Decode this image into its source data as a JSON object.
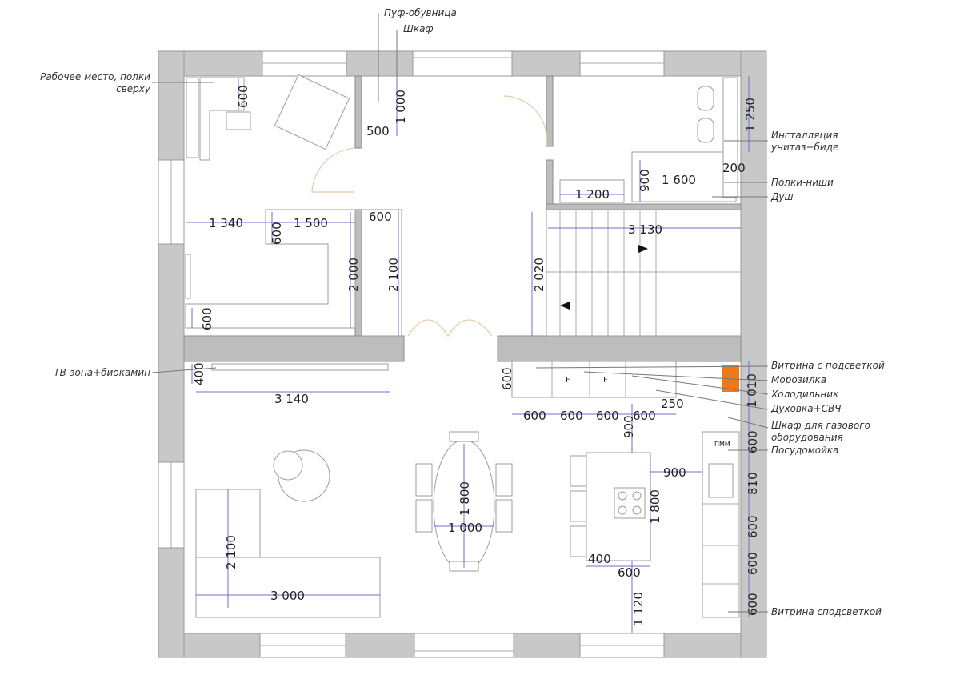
{
  "labels": {
    "workplace_1": "Рабочее место, полки",
    "workplace_2": "сверху",
    "pouf": "Пуф-обувница",
    "wardrobe": "Шкаф",
    "tv_zone": "ТВ-зона+биокамин",
    "installation_1": "Инсталляция",
    "installation_2": "унитаз+биде",
    "shelves": "Полки-ниши",
    "shower": "Душ",
    "showcase_lit": "Витрина с подсветкой",
    "freezer": "Морозилка",
    "fridge": "Холодильник",
    "oven": "Духовка+СВЧ",
    "gas_cabinet_1": "Шкаф для газового",
    "gas_cabinet_2": "оборудования",
    "dishwasher": "Посудомойка",
    "showcase_lit_2": "Витрина сподсветкой",
    "dishwasher_mark": "ПММ",
    "fridge_mark": "F"
  },
  "dims": {
    "desk_depth": "600",
    "pouf_w": "500",
    "wardrobe_h": "1 000",
    "room_w": "1 340",
    "closet_w": "1 500",
    "closet_shelf": "600",
    "closet_depth": "600",
    "closet_h": "2 000",
    "hall_h": "2 100",
    "closet_bottom": "600",
    "tv_depth": "400",
    "tv_w": "3 140",
    "wc_h": "1 250",
    "niche": "200",
    "shower_w": "1 600",
    "shower_d": "900",
    "sink_w": "1 200",
    "stairs_w": "3 130",
    "stairs_h": "2 020",
    "kitchen_d": "600",
    "k1": "600",
    "k2": "600",
    "k3": "600",
    "k4": "600",
    "k_gap": "250",
    "k_side": "1 010",
    "island_gap": "900",
    "r1": "600",
    "r2": "810",
    "r3": "600",
    "r4": "600",
    "r5": "600",
    "island_pass": "900",
    "table_l": "1 800",
    "table_w": "1 000",
    "island_l": "1 800",
    "island_a": "400",
    "island_b": "600",
    "island_bottom": "1 120",
    "sofa_d": "2 100",
    "sofa_w": "3 000"
  },
  "colors": {
    "accent": "#f07818",
    "wall": "#c8c8c8",
    "dim": "#6f6fd0"
  }
}
